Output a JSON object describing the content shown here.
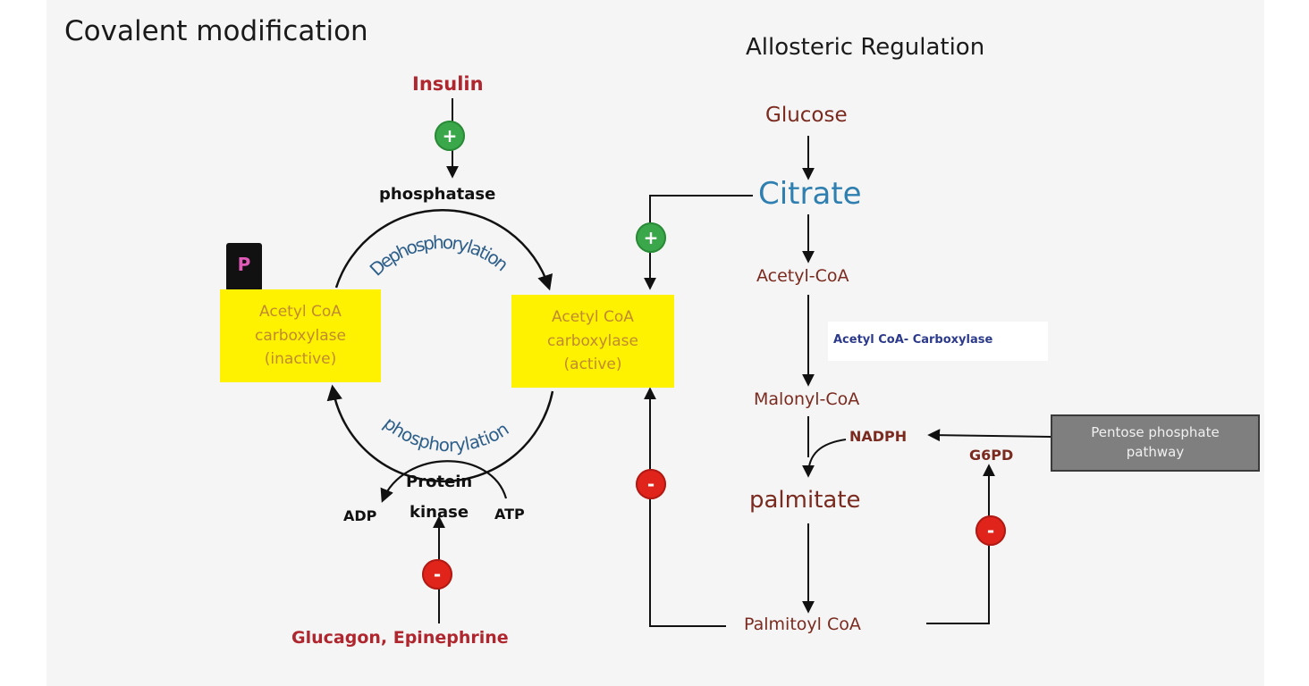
{
  "covalent": {
    "title": "Covalent modification",
    "insulin": "Insulin",
    "phosphatase": "phosphatase",
    "dephosphorylation": "Dephosphorylation",
    "phosphorylation": "phosphorylation",
    "p_badge": "P",
    "inactive_enzyme": [
      "Acetyl CoA",
      "carboxylase",
      "(inactive)"
    ],
    "active_enzyme": [
      "Acetyl CoA",
      "carboxylase",
      "(active)"
    ],
    "protein_kinase": [
      "Protein",
      "kinase"
    ],
    "adp": "ADP",
    "atp": "ATP",
    "glucagon": "Glucagon, Epinephrine",
    "plus_sign": "+",
    "minus_sign": "-"
  },
  "allosteric": {
    "title": "Allosteric Regulation",
    "glucose": "Glucose",
    "citrate": "Citrate",
    "acetyl_coa": "Acetyl-CoA",
    "enzyme_label": "Acetyl CoA- Carboxylase",
    "malonyl_coa": "Malonyl-CoA",
    "nadph": "NADPH",
    "pentose": [
      "Pentose phosphate",
      "pathway"
    ],
    "g6pd": "G6PD",
    "palmitate": "palmitate",
    "palmitoyl_coa": "Palmitoyl CoA",
    "plus_sign": "+",
    "minus_sign": "-"
  },
  "colors": {
    "activation": "#3aa84a",
    "inhibition": "#e0241b",
    "enzyme_box": "#fff200",
    "citrate": "#2f7fb0",
    "metabolite": "#7a2a1e",
    "hormone": "#b0262e"
  }
}
